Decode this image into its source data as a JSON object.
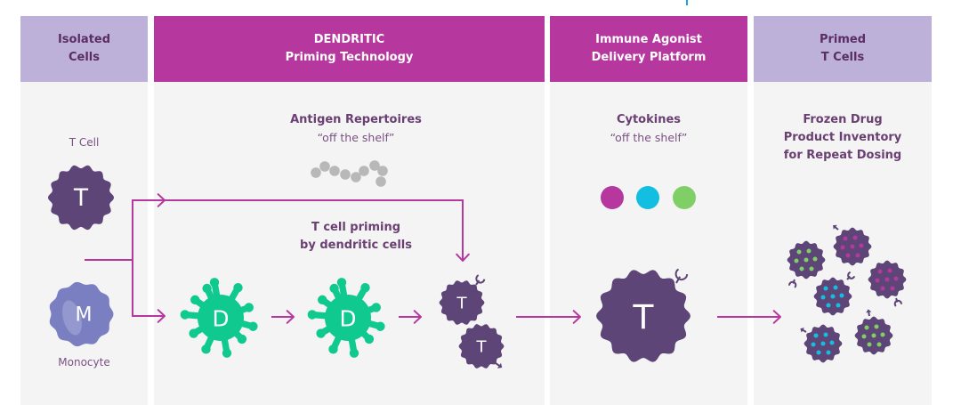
{
  "colors": {
    "header_light": "#bdb1da",
    "header_dark": "#b6389e",
    "panel_bg": "#f4f4f4",
    "arrow": "#b6389e",
    "t_cell": "#5e4577",
    "monocyte": "#7a7fc2",
    "dendritic": "#10c98f",
    "antigen": "#b8b8b8",
    "cytokine_magenta": "#b6389e",
    "cytokine_cyan": "#12bfe0",
    "cytokine_green": "#7fcf66",
    "text": "#6a3f72"
  },
  "stages": [
    {
      "title": "Isolated\nCells",
      "style": "light"
    },
    {
      "title": "DENDRITIC\nPriming Technology",
      "style": "dark"
    },
    {
      "title": "Immune Agonist\nDelivery Platform",
      "style": "dark"
    },
    {
      "title": "Primed\nT Cells",
      "style": "light"
    }
  ],
  "isolated_cells": {
    "t_cell_label": "T Cell",
    "t_cell_letter": "T",
    "monocyte_label": "Monocyte",
    "monocyte_letter": "M"
  },
  "priming": {
    "antigen_title": "Antigen Repertoires",
    "antigen_subtitle": "“off the shelf”",
    "priming_caption": "T cell priming\nby dendritic cells",
    "dendritic_letter": "D",
    "t_letter": "T"
  },
  "delivery": {
    "cytokines_title": "Cytokines",
    "cytokines_subtitle": "“off the shelf”",
    "t_letter": "T"
  },
  "primed": {
    "caption": "Frozen Drug\nProduct Inventory\nfor Repeat Dosing"
  }
}
